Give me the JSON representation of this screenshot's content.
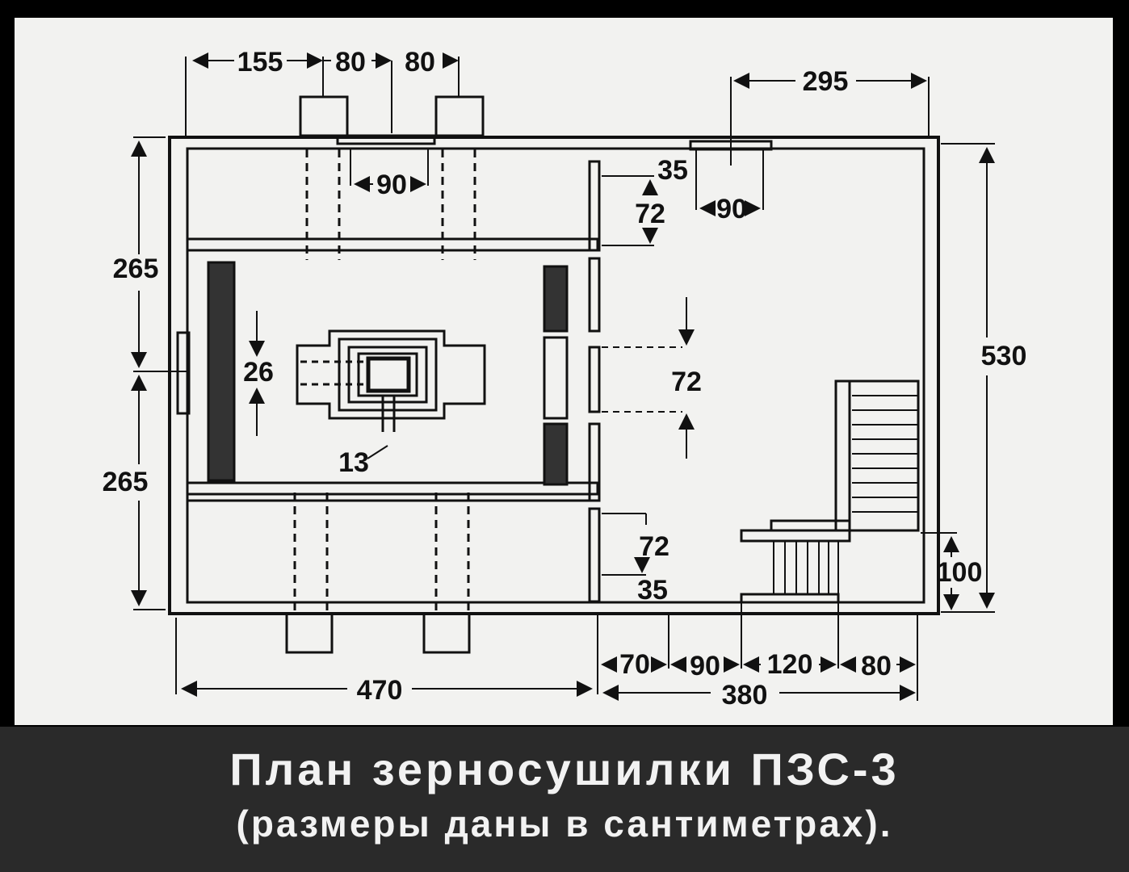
{
  "caption": {
    "line1": "План зерносушилки ПЗС-3",
    "line2": "(размеры даны в сантиметрах)."
  },
  "dimensions": {
    "top_155": "155",
    "top_80a": "80",
    "top_80b": "80",
    "top_295": "295",
    "inner_90_left": "90",
    "inner_90_right": "90",
    "wall_35_top": "35",
    "gap_72_top": "72",
    "gap_72_mid": "72",
    "gap_72_bottom": "72",
    "wall_35_bottom": "35",
    "left_265_top": "265",
    "left_265_bottom": "265",
    "right_530": "530",
    "flue_26": "26",
    "flue_13": "13",
    "step_100": "100",
    "bottom_70": "70",
    "bottom_90": "90",
    "bottom_120": "120",
    "bottom_80": "80",
    "bottom_470": "470",
    "bottom_380": "380"
  }
}
